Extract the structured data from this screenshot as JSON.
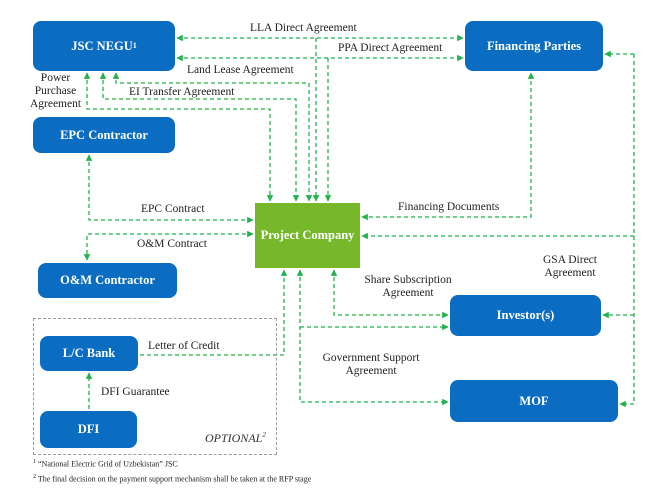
{
  "diagram": {
    "nodes": {
      "negu": {
        "label": "JSC NEGU",
        "footnote_ref": "1"
      },
      "financing_parties": {
        "label": "Financing Parties"
      },
      "epc_contractor": {
        "label": "EPC Contractor"
      },
      "project_company": {
        "label": "Project Company"
      },
      "om_contractor": {
        "label": "O&M Contractor"
      },
      "investors": {
        "label": "Investor(s)"
      },
      "mof": {
        "label": "MOF"
      },
      "lc_bank": {
        "label": "L/C Bank"
      },
      "dfi": {
        "label": "DFI"
      }
    },
    "edges": {
      "lla_direct": "LLA Direct Agreement",
      "ppa_direct": "PPA Direct Agreement",
      "land_lease": "Land Lease Agreement",
      "ei_transfer": "EI Transfer Agreement",
      "ppa_line1": "Power",
      "ppa_line2": "Purchase",
      "ppa_line3": "Agreement",
      "epc_contract": "EPC Contract",
      "om_contract": "O&M Contract",
      "financing_documents": "Financing Documents",
      "gsa_line1": "GSA Direct",
      "gsa_line2": "Agreement",
      "share_sub_line1": "Share Subscription",
      "share_sub_line2": "Agreement",
      "gov_support_line1": "Government Support",
      "gov_support_line2": "Agreement",
      "letter_of_credit": "Letter of Credit",
      "dfi_guarantee": "DFI Guarantee"
    },
    "optional_group": {
      "label": "OPTIONAL",
      "footnote_ref": "2"
    },
    "footnotes": [
      {
        "ref": "1",
        "text": "“National Electric Grid of Uzbekistan” JSC"
      },
      {
        "ref": "2",
        "text": "The final decision on the payment support mechanism shall be taken at the RFP stage"
      }
    ],
    "colors": {
      "node_blue": "#0a6dc2",
      "node_green": "#77b82a",
      "connector_green": "#22b24c",
      "optional_border": "#9a9a9a"
    }
  }
}
